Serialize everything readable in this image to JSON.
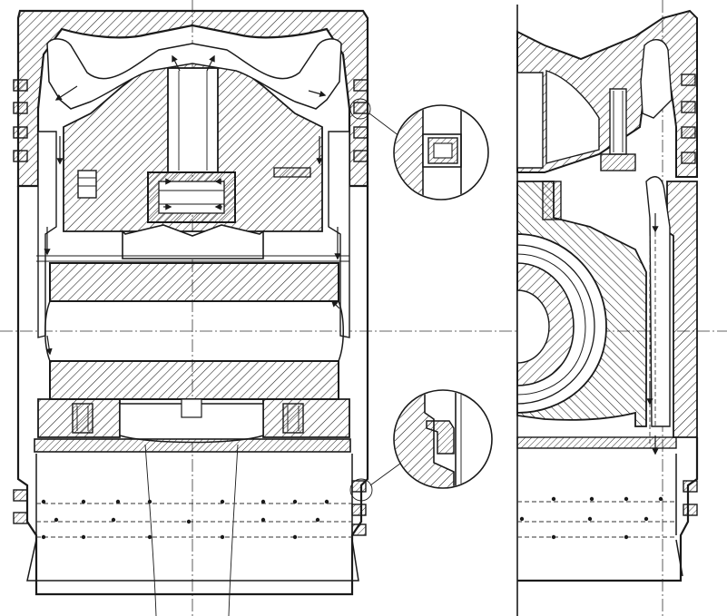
{
  "drawing": {
    "ink_color": "#1a1a1a",
    "paper_color": "#ffffff",
    "views": [
      "main-section",
      "side-section",
      "ring-detail-top",
      "ring-detail-bottom"
    ]
  }
}
